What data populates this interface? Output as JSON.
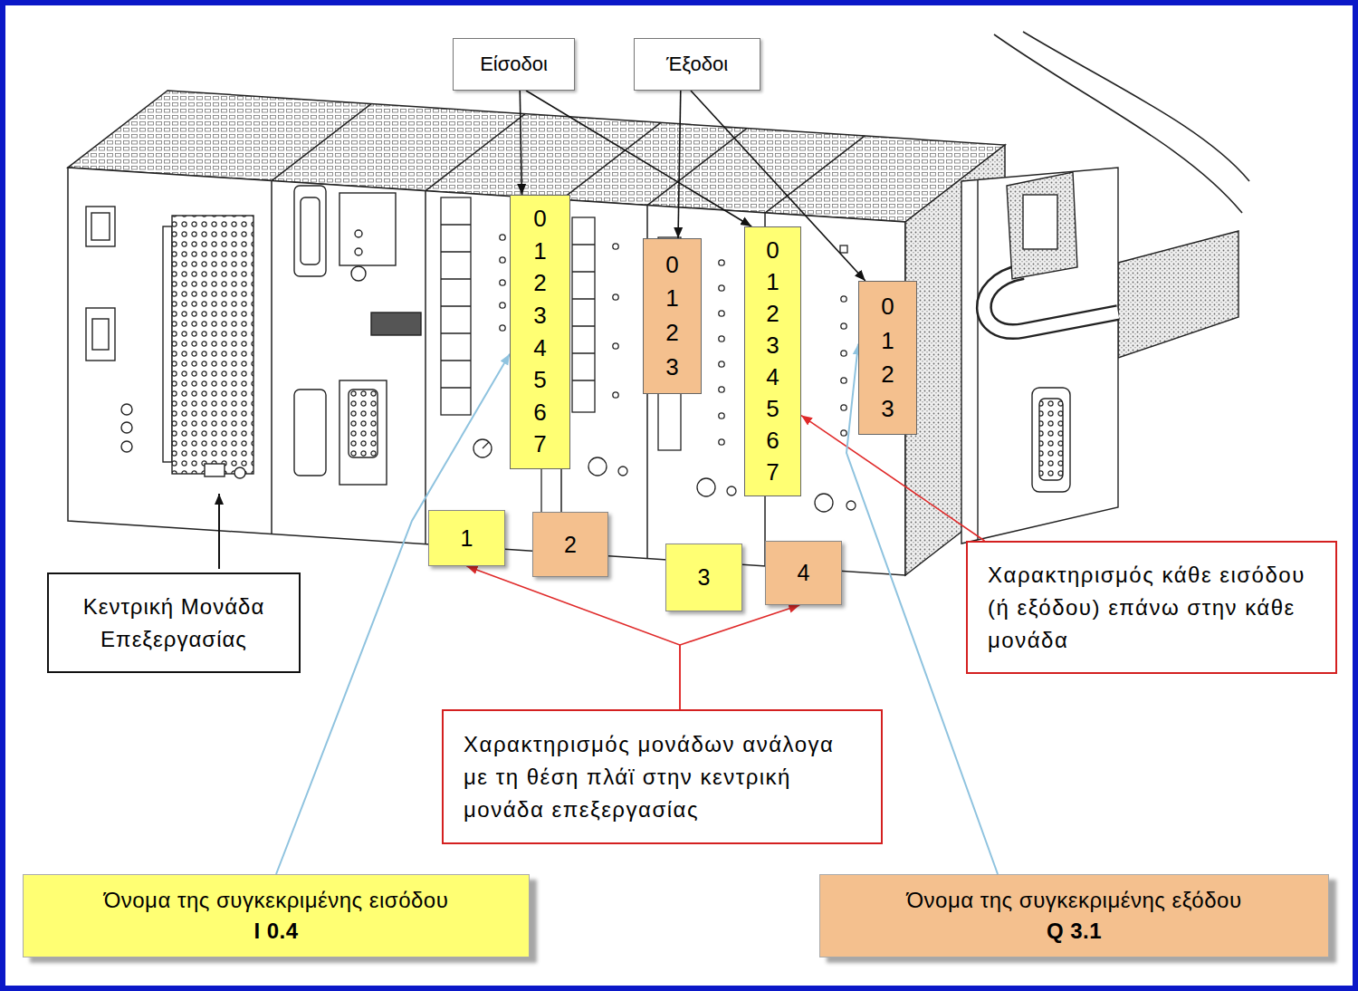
{
  "diagram": {
    "nodes": [
      {
        "text": [
          "Είσοδοι"
        ]
      },
      {
        "text": [
          "Έξοδοι"
        ]
      },
      {
        "text": [
          "0",
          "1",
          "2",
          "3",
          "4",
          "5",
          "6",
          "7"
        ]
      },
      {
        "text": [
          "0",
          "1",
          "2",
          "3"
        ]
      },
      {
        "text": [
          "0",
          "1",
          "2",
          "3",
          "4",
          "5",
          "6",
          "7"
        ]
      },
      {
        "text": [
          "0",
          "1",
          "2",
          "3"
        ]
      },
      {
        "text": [
          "1"
        ]
      },
      {
        "text": [
          "2"
        ]
      },
      {
        "text": [
          "3"
        ]
      },
      {
        "text": [
          "4"
        ]
      },
      {
        "text": [
          "Κεντρική Μονάδα Επεξεργασίας"
        ]
      },
      {
        "text": [
          "Χαρακτηρισμός κάθε εισόδου (ή εξόδου) επάνω στην κάθε μονάδα"
        ]
      },
      {
        "text": [
          "Χαρακτηρισμός μονάδων ανάλογα με τη θέση πλάϊ στην κεντρική μονάδα επεξεργασίας"
        ]
      },
      {
        "text": [
          "Όνομα της συγκεκριμένης εισόδου",
          "I 0.4"
        ]
      },
      {
        "text": [
          "Όνομα της συγκεκριμένης εξόδου",
          "Q 3.1"
        ]
      }
    ],
    "edges": [
      {
        "from": 0,
        "to": 2,
        "arrow": "to"
      },
      {
        "from": 0,
        "to": 4,
        "arrow": "to"
      },
      {
        "from": 1,
        "to": 3,
        "arrow": "to"
      },
      {
        "from": 1,
        "to": 5,
        "arrow": "to"
      },
      {
        "from": 12,
        "to": 6,
        "arrow": "to"
      },
      {
        "from": 12,
        "to": 9,
        "arrow": "to"
      },
      {
        "from": 11,
        "to": 4,
        "arrow": "to"
      },
      {
        "from": 13,
        "to": 2,
        "arrow": "to"
      },
      {
        "from": 14,
        "to": 5,
        "arrow": "to"
      }
    ]
  }
}
